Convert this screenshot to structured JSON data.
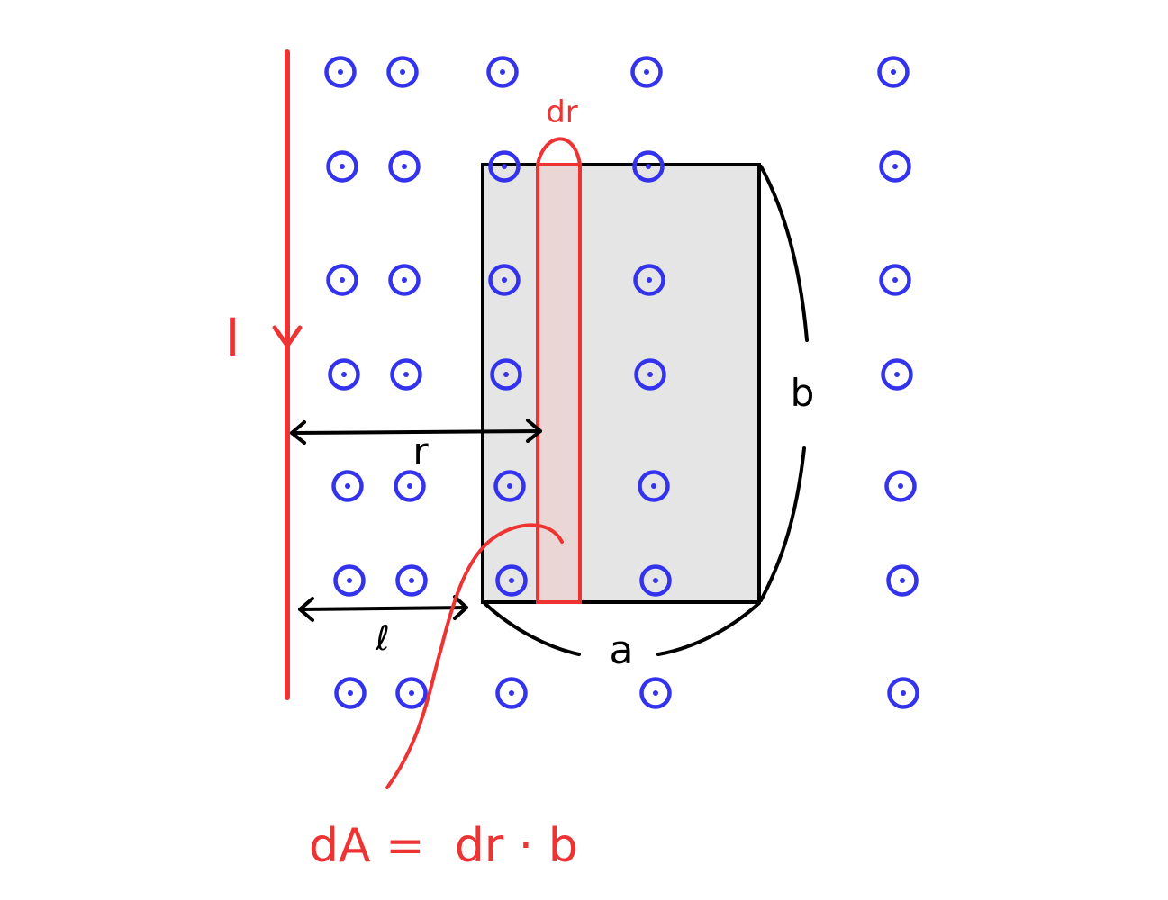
{
  "colors": {
    "wire": "#ee3333",
    "field": "#3333ee",
    "loop_outline": "#000000",
    "loop_fill": "#e5e5e5",
    "strip_fill": "#ecd3d3"
  },
  "labels": {
    "current": "I",
    "strip_width": "dr",
    "loop_height": "b",
    "loop_width": "a",
    "distance_r": "r",
    "distance_l": "ℓ",
    "area_element": "dA =  dr · b"
  },
  "field": {
    "direction": "out-of-page",
    "symbol": "dot-in-circle"
  }
}
